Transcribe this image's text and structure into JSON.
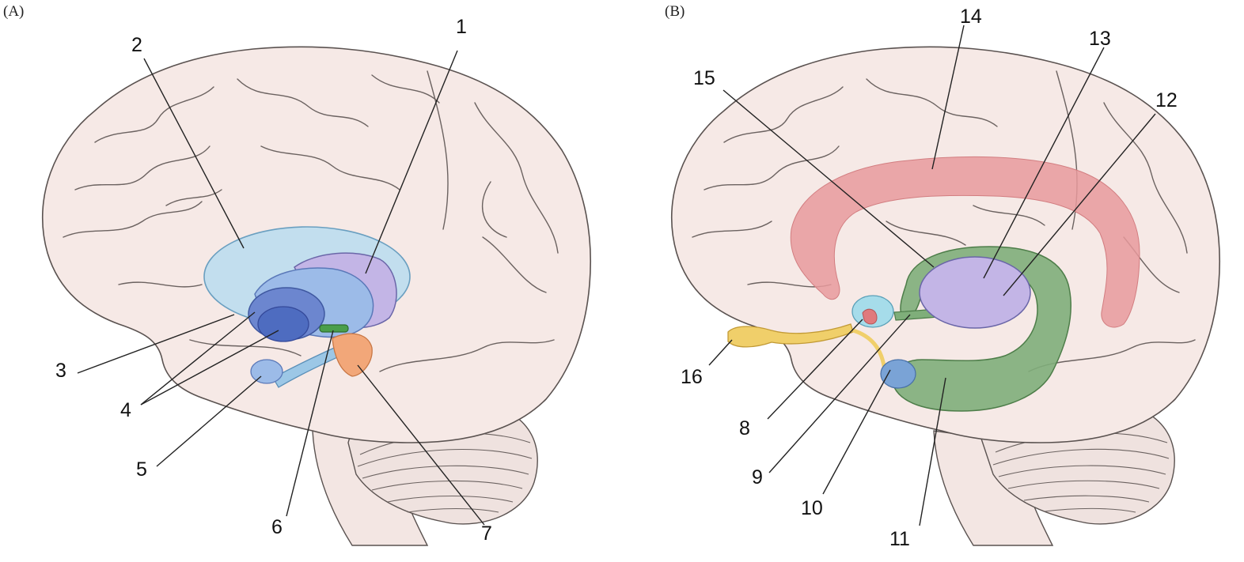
{
  "panels": [
    {
      "letter": "(A)",
      "labels": [
        "1",
        "2",
        "3",
        "4",
        "5",
        "6",
        "7"
      ]
    },
    {
      "letter": "(B)",
      "labels": [
        "8",
        "9",
        "10",
        "11",
        "12",
        "13",
        "14",
        "15",
        "16"
      ]
    }
  ],
  "structure_colors": {
    "outer_blue": "#b8dcef",
    "mid_blue": "#9cbbe8",
    "deep_blue": "#6c86cf",
    "darkest_blue": "#4e6cc0",
    "lavender": "#c3b5e6",
    "green_small": "#4a9e4a",
    "orange": "#f2a779",
    "green_fornix": "#7fae7a",
    "red_cingulate": "#e89a9c",
    "yellow_olfactory": "#f0cf6a",
    "cyan_small": "#a6dcea",
    "blue_amygdala": "#7aa3d6"
  }
}
